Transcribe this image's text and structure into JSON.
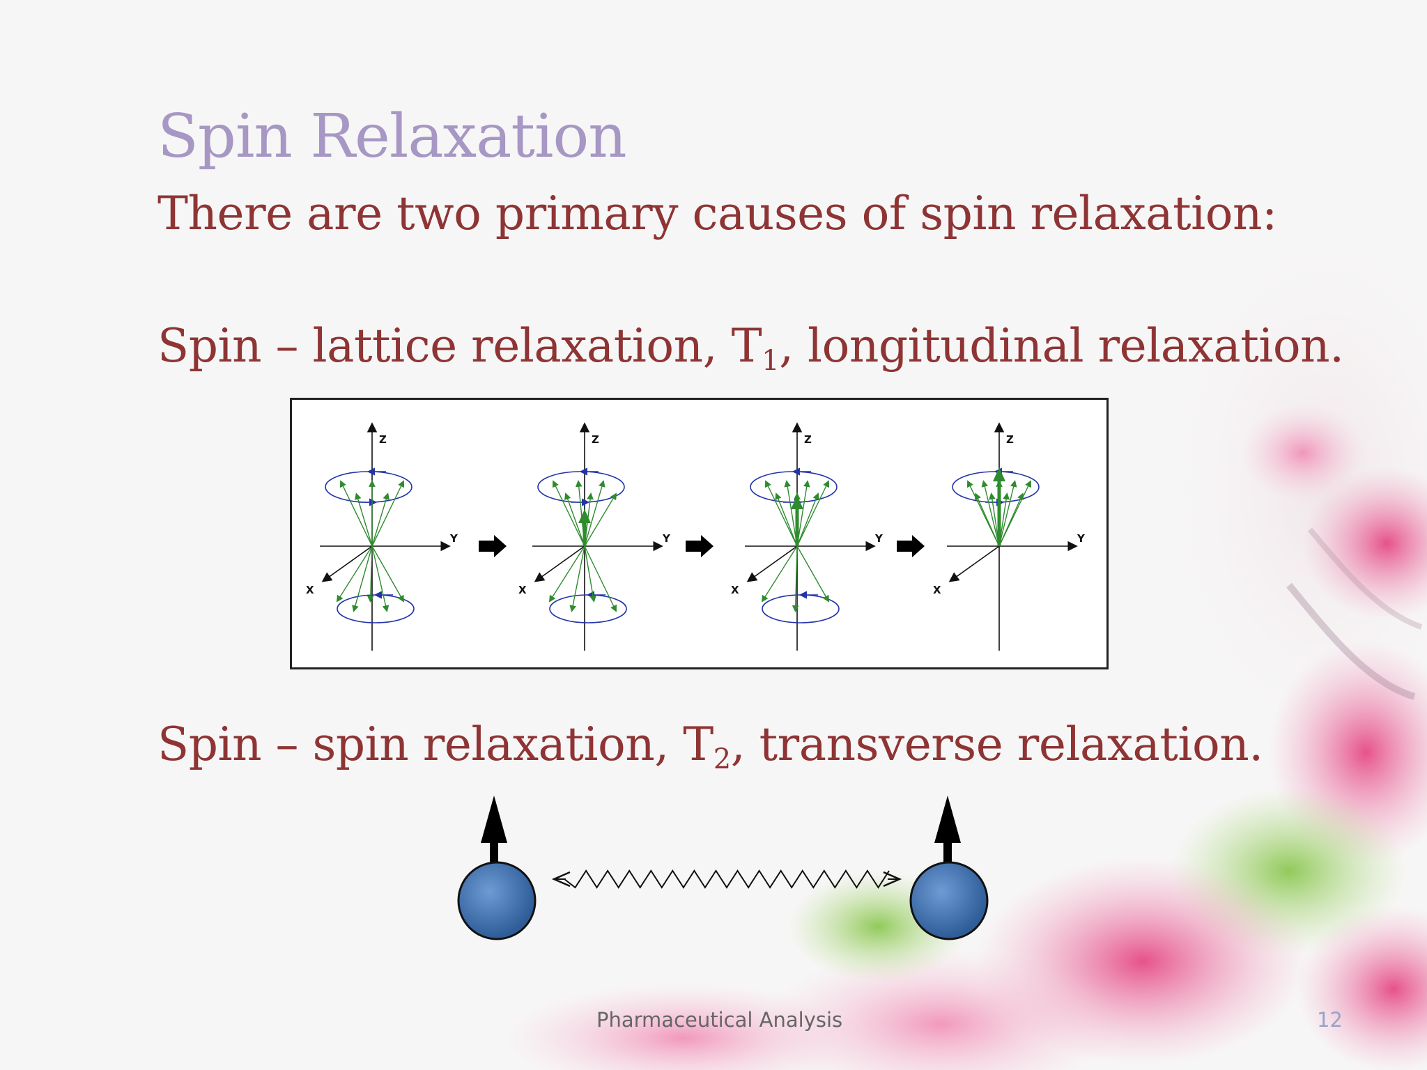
{
  "slide": {
    "title": "Spin Relaxation",
    "intro": "There are two primary causes of spin relaxation:",
    "spin_lattice": {
      "prefix": "Spin – lattice relaxation, T",
      "sub": "1",
      "suffix": ", longitudinal relaxation."
    },
    "spin_spin": {
      "prefix": "Spin – spin relaxation, T",
      "sub": "2",
      "suffix": ", transverse relaxation."
    },
    "footer": "Pharmaceutical Analysis",
    "page_number": "12"
  },
  "figure": {
    "axis_labels": {
      "z": "Z",
      "y": "Y",
      "x": "X"
    },
    "colors": {
      "vector": "#2e8b2e",
      "precession": "#2233aa",
      "axis": "#111111"
    }
  },
  "interaction": {
    "colors": {
      "ball": "#3f6fae",
      "ball_highlight": "#6e9bd4",
      "arrow": "#000000"
    }
  },
  "colors": {
    "title": "#a697c4",
    "body": "#8e3434",
    "footer": "#666666"
  }
}
